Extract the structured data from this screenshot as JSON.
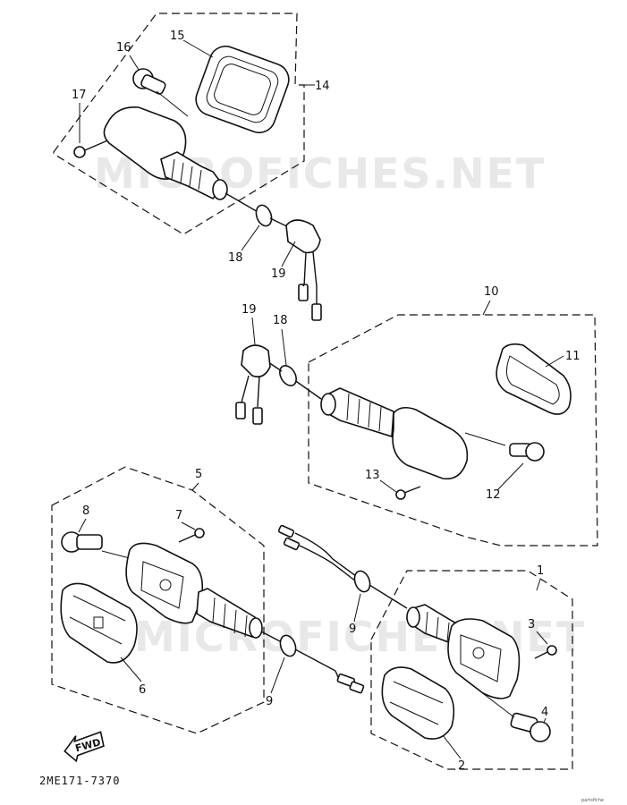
{
  "watermark": "MICROFICHES.NET",
  "callouts": {
    "c1": "1",
    "c2": "2",
    "c3": "3",
    "c4": "4",
    "c5": "5",
    "c6": "6",
    "c7": "7",
    "c8": "8",
    "c9a": "9",
    "c9b": "9",
    "c10": "10",
    "c11": "11",
    "c12": "12",
    "c13": "13",
    "c14": "14",
    "c15": "15",
    "c16": "16",
    "c17": "17",
    "c18a": "18",
    "c18b": "18",
    "c19a": "19",
    "c19b": "19"
  },
  "diagram_code": "2ME171-7370",
  "direction_label": "FWD",
  "footer_mark": "partsfiche"
}
